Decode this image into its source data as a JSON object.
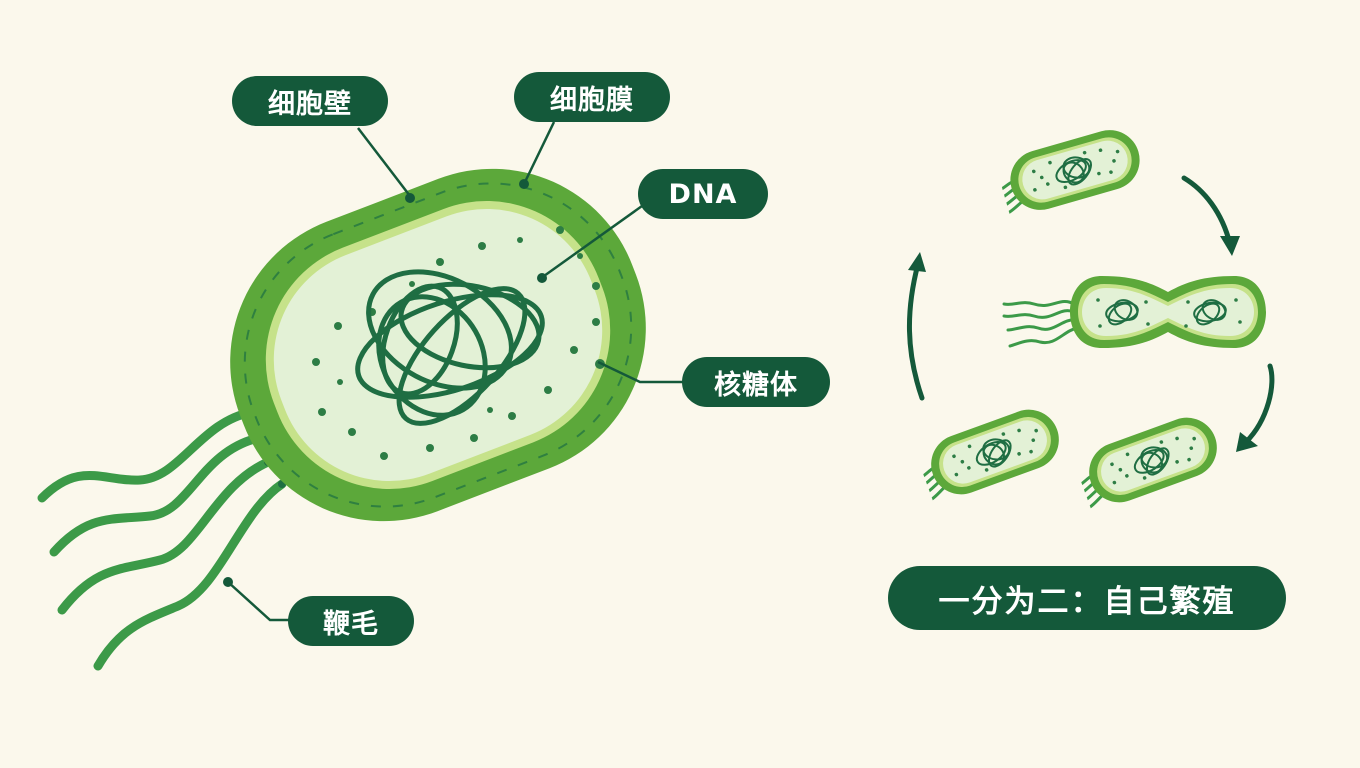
{
  "labels": {
    "cell_wall": "细胞壁",
    "cell_membrane": "细胞膜",
    "dna": "DNA",
    "ribosome": "核糖体",
    "flagellum": "鞭毛"
  },
  "caption": "一分为二：自己繁殖",
  "colors": {
    "background": "#fbf8ec",
    "label_fill": "#14593a",
    "wall": "#5ca83a",
    "membrane": "#c6e28a",
    "cytoplasm": "#e3f1d6",
    "dna": "#1f6e43",
    "flagellum": "#3c9a48",
    "arrow": "#14593a"
  }
}
